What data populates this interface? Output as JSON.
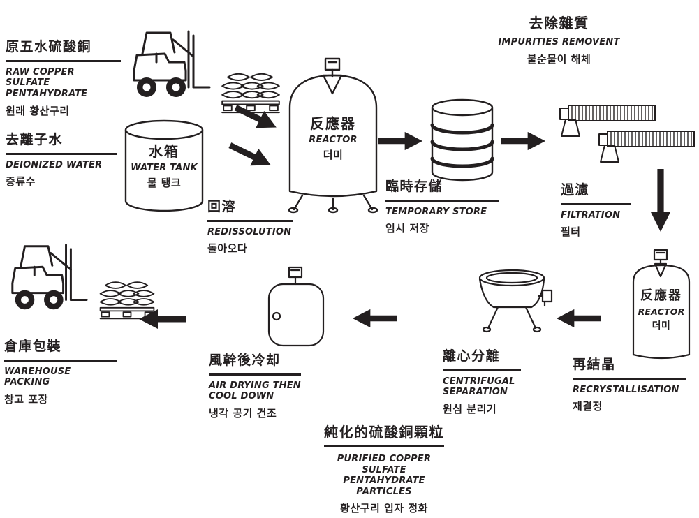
{
  "colors": {
    "ink": "#231f20",
    "background": "#ffffff"
  },
  "labels": {
    "raw": {
      "zh": "原五水硫酸銅",
      "en": "RAW COPPER SULFATE PENTAHYDRATE",
      "ko": "원래 황산구리"
    },
    "deionized": {
      "zh": "去離子水",
      "en": "DEIONIZED WATER",
      "ko": "증류수"
    },
    "water_tank": {
      "zh": "水箱",
      "en": "WATER TANK",
      "ko": "물 탱크"
    },
    "redissolution": {
      "zh": "回溶",
      "en": "REDISSOLUTION",
      "ko": "돌아오다"
    },
    "reactor_top": {
      "zh": "反應器",
      "en": "REACTOR",
      "ko": "더미"
    },
    "temporary_store": {
      "zh": "臨時存儲",
      "en": "TEMPORARY STORE",
      "ko": "임시 저장"
    },
    "impurities": {
      "zh": "去除雜質",
      "en": "IMPURITIES REMOVENT",
      "ko": "불순물이 해체"
    },
    "filtration": {
      "zh": "過濾",
      "en": "FILTRATION",
      "ko": "필터"
    },
    "reactor_right": {
      "zh": "反應器",
      "en": "REACTOR",
      "ko": "더미"
    },
    "recrystallisation": {
      "zh": "再結晶",
      "en": "RECRYSTALLISATION",
      "ko": "재결정"
    },
    "centrifugal": {
      "zh": "離心分離",
      "en": "CENTRIFUGAL SEPARATION",
      "ko": "원심 분리기"
    },
    "air_drying": {
      "zh": "風幹後冷却",
      "en": "AIR DRYING THEN COOL DOWN",
      "ko": "냉각 공기 건조"
    },
    "warehouse": {
      "zh": "倉庫包裝",
      "en": "WAREHOUSE PACKING",
      "ko": "창고 포장"
    },
    "purified": {
      "zh": "純化的硫酸銅顆粒",
      "en": "PURIFIED COPPER SULFATE PENTAHYDRATE PARTICLES",
      "ko": "황산구리 입자 정화"
    }
  },
  "icons": {
    "forklift": "forklift-icon",
    "pallet_stack": "pallet-stack-icon",
    "water_tank": "water-tank-icon",
    "reactor": "reactor-icon",
    "storage_drum": "storage-drum-icon",
    "filter_conveyor": "filter-conveyor-icon",
    "centrifuge": "centrifuge-icon",
    "drying_vessel": "drying-vessel-icon",
    "arrow": "flow-arrow-icon"
  }
}
